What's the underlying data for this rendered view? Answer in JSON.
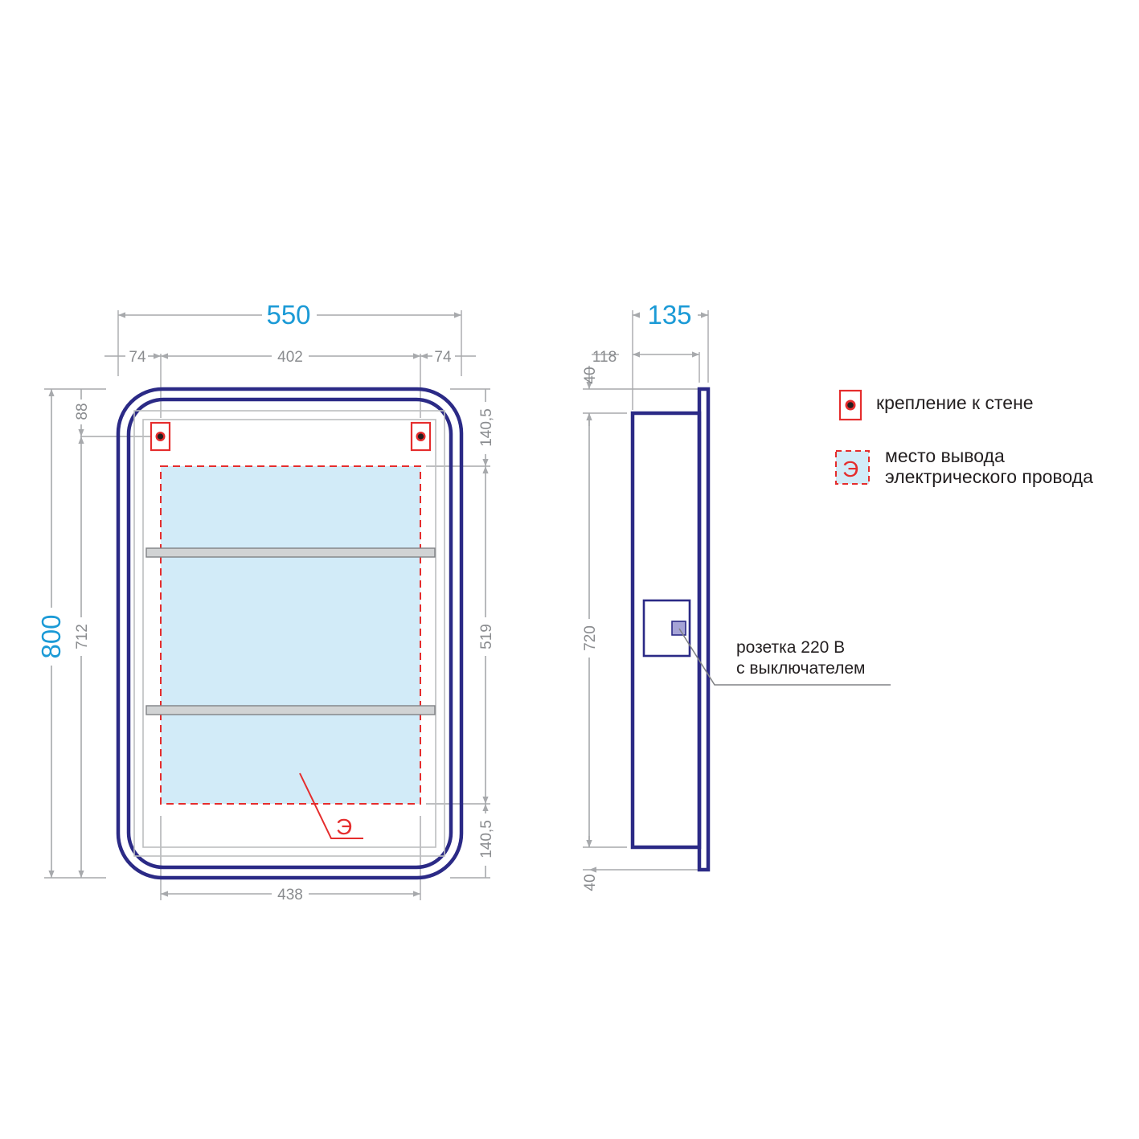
{
  "front_view": {
    "overall_width": "550",
    "overall_height": "800",
    "edge_offset_left": "74",
    "mount_spacing": "402",
    "edge_offset_right": "74",
    "top_to_mount": "88",
    "mount_to_bottom": "712",
    "top_to_zone": "140,5",
    "zone_height": "519",
    "zone_to_bottom": "140,5",
    "zone_width": "438",
    "zone_marker": "Э"
  },
  "side_view": {
    "overall_depth": "135",
    "body_depth": "118",
    "top_offset": "40",
    "body_height": "720",
    "bottom_offset": "40",
    "socket_label_line1": "розетка 220 В",
    "socket_label_line2": "с выключателем"
  },
  "legend": {
    "mount_label": "крепление к стене",
    "zone_symbol": "Э",
    "zone_label_line1": "место вывода",
    "zone_label_line2": "электрического провода"
  },
  "colors": {
    "outline": "#2b2a86",
    "dimension_major": "#1b9ad6",
    "dimension_minor": "#8a8c8f",
    "zone_fill": "#d2ebf8",
    "zone_border": "#e52d2d"
  }
}
